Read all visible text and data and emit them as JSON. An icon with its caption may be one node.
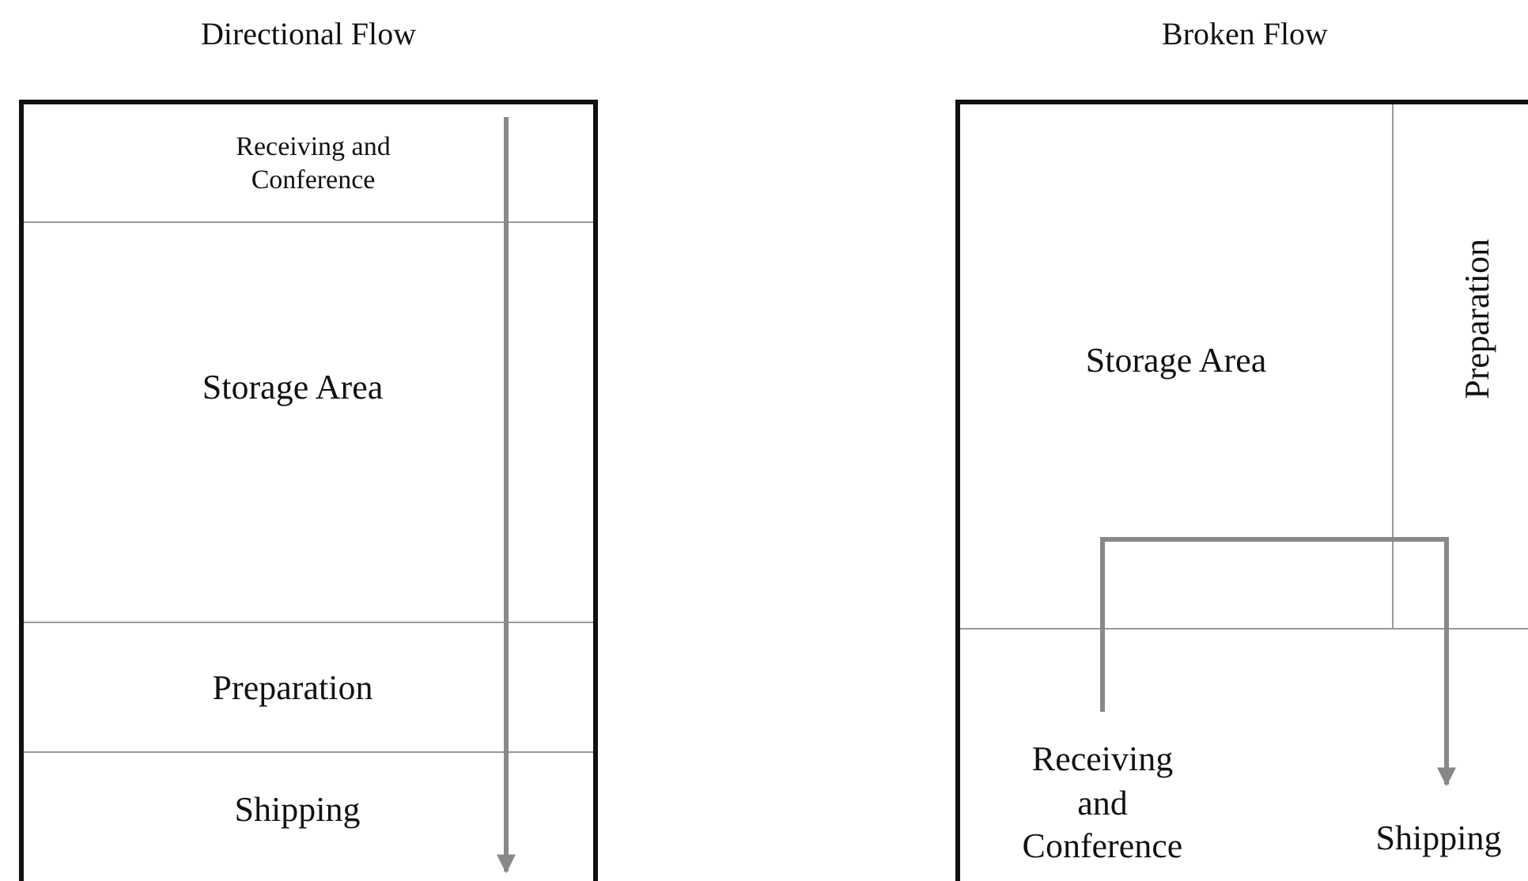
{
  "diagram": {
    "nodes": [
      {
        "text": [
          "Directional Flow"
        ]
      },
      {
        "text": [
          "Receiving and Conference"
        ],
        "in": 0
      },
      {
        "text": [
          "Storage Area"
        ],
        "in": 0
      },
      {
        "text": [
          "Preparation"
        ],
        "in": 0
      },
      {
        "text": [
          "Shipping"
        ],
        "in": 0
      },
      {
        "text": [
          "Broken Flow"
        ]
      },
      {
        "text": [
          "Storage Area"
        ],
        "in": 5
      },
      {
        "text": [
          "Preparation"
        ],
        "in": 5
      },
      {
        "text": [
          "Receiving and Conference"
        ],
        "in": 5
      },
      {
        "text": [
          "Shipping"
        ],
        "in": 5
      }
    ],
    "edges": [
      {
        "from": 1,
        "to": 2,
        "arrow": "none"
      },
      {
        "from": 2,
        "to": 3,
        "arrow": "none"
      },
      {
        "from": 3,
        "to": 4,
        "arrow": "to"
      },
      {
        "from": 8,
        "to": 6,
        "arrow": "none"
      },
      {
        "from": 6,
        "to": 7,
        "arrow": "none"
      },
      {
        "from": 7,
        "to": 9,
        "arrow": "to"
      }
    ]
  }
}
